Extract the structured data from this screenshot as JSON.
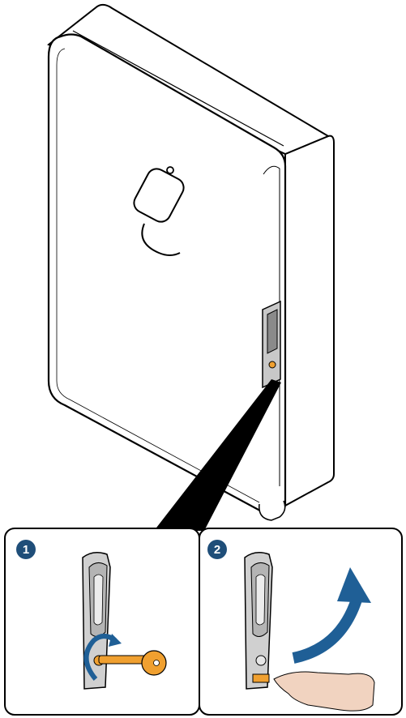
{
  "illustration": {
    "device": "wall-mounted-enclosure",
    "front_logo": "g-logo",
    "colors": {
      "outline": "#000000",
      "panel_fill": "#ffffff",
      "handle_gray": "#c8c8c8",
      "handle_dark": "#8a8a8a",
      "key_orange": "#f0a030",
      "arrow_blue": "#1f5f96",
      "skin": "#f1d3c0",
      "callout_black": "#000000"
    }
  },
  "steps": [
    {
      "number": "1",
      "action": "turn-key"
    },
    {
      "number": "2",
      "action": "lift-handle"
    }
  ]
}
